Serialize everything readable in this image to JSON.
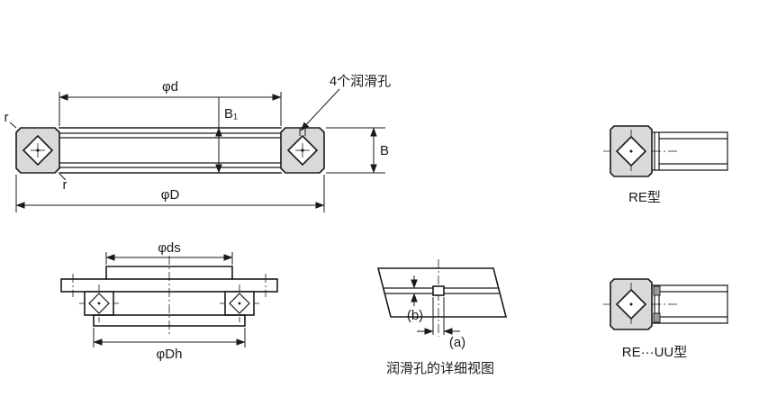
{
  "colors": {
    "line": "#1a1a1a",
    "section_fill": "#d9d9d9",
    "background": "#ffffff"
  },
  "main_view": {
    "dim_bore": "φd",
    "dim_outer": "φD",
    "dim_width": "B",
    "dim_inner_width": "B₁",
    "label_lube_holes": "4个润滑孔",
    "label_radius_left": "r",
    "label_radius_inner": "r"
  },
  "mounting_view": {
    "dim_shaft_seat": "φds",
    "dim_housing_bore": "φDh"
  },
  "detail_view": {
    "label_a": "(a)",
    "label_b": "(b)",
    "caption": "润滑孔的详细视图"
  },
  "types": {
    "re": "RE型",
    "re_uu": "RE···UU型"
  }
}
